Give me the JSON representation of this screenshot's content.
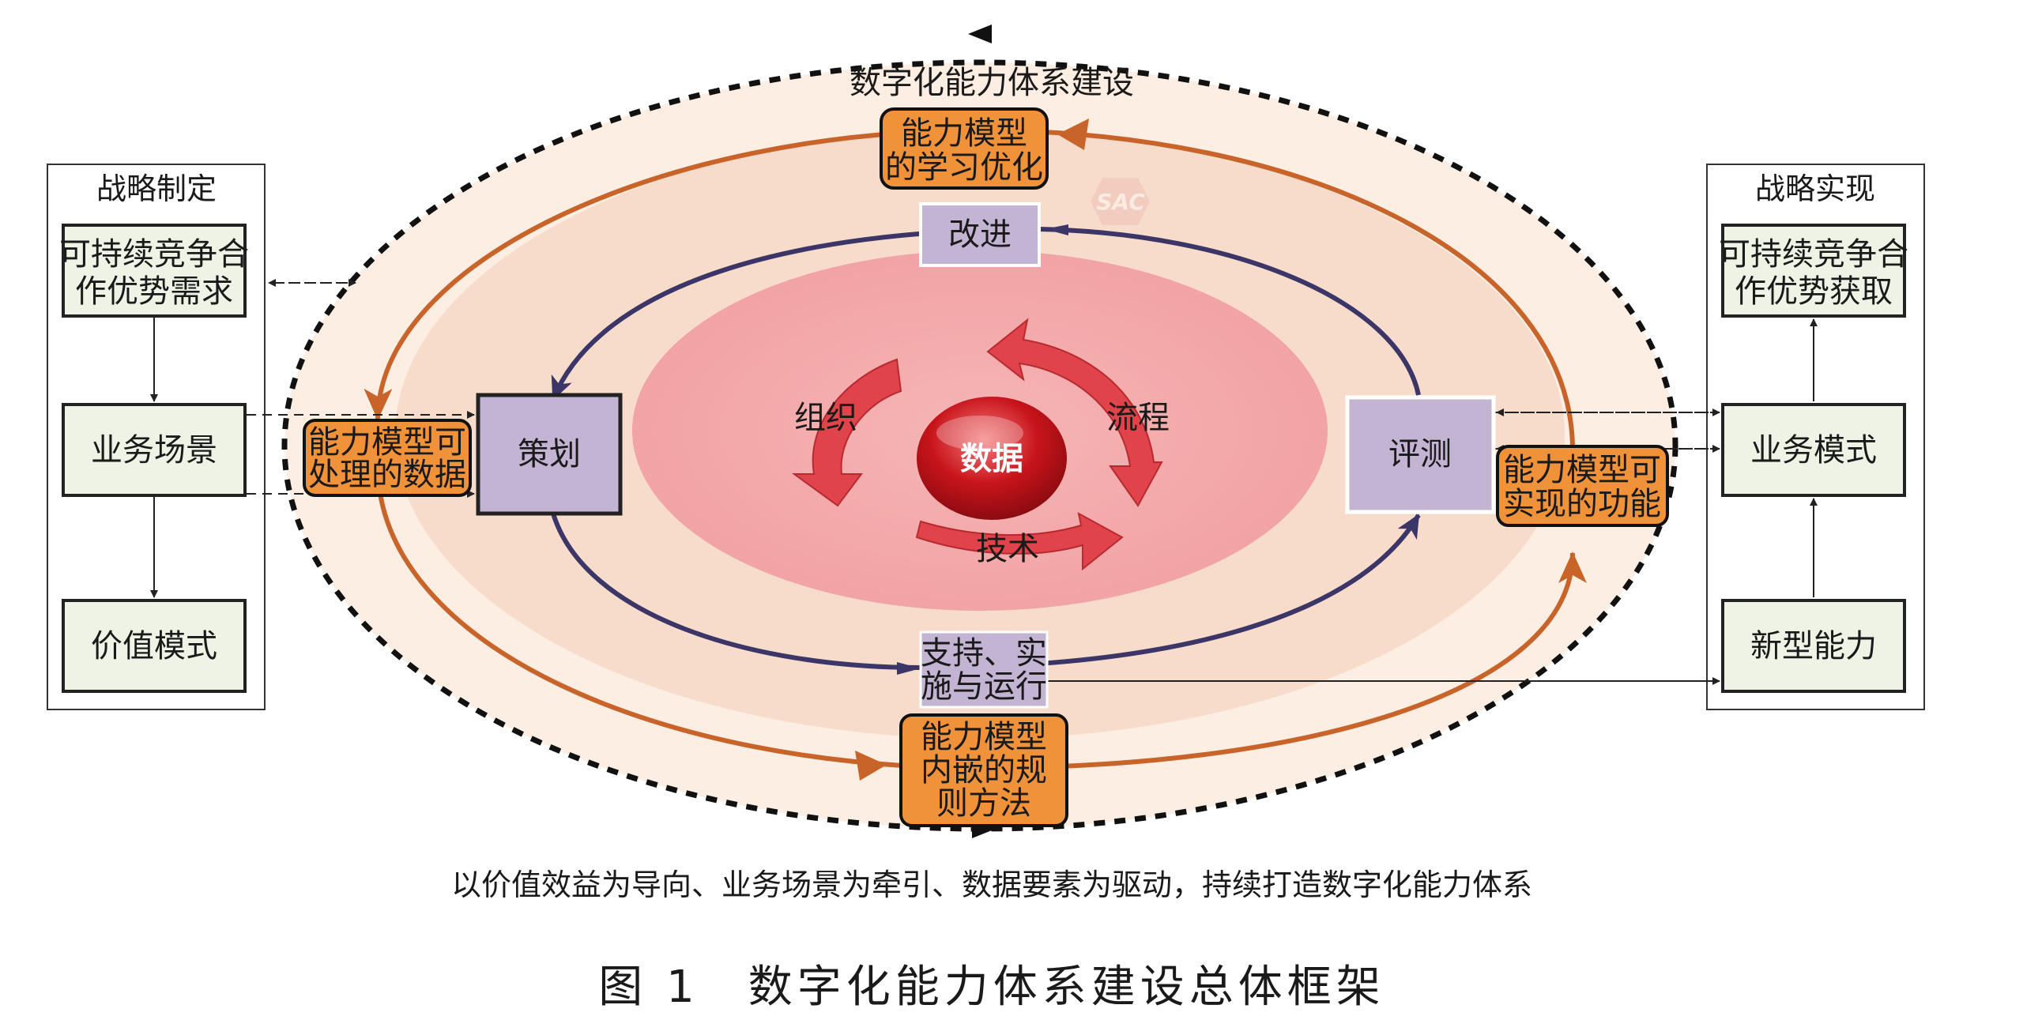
{
  "title_ring": "数字化能力体系建设",
  "left_panel": {
    "title": "战略制定",
    "box1": [
      "可持续竞争合",
      "作优势需求"
    ],
    "box2": "业务场景",
    "box3": "价值模式"
  },
  "right_panel": {
    "title": "战略实现",
    "box1": [
      "可持续竞争合",
      "作优势获取"
    ],
    "box2": "业务模式",
    "box3": "新型能力"
  },
  "orange_boxes": {
    "top": [
      "能力模型",
      "的学习优化"
    ],
    "left": [
      "能力模型可",
      "处理的数据"
    ],
    "right": [
      "能力模型可",
      "实现的功能"
    ],
    "bottom": [
      "能力模型",
      "内嵌的规",
      "则方法"
    ]
  },
  "purple_boxes": {
    "improve": "改进",
    "plan": "策划",
    "evaluate": "评测",
    "support": [
      "支持、实",
      "施与运行"
    ]
  },
  "core": {
    "center": "数据",
    "organization": "组织",
    "process": "流程",
    "technology": "技术"
  },
  "watermark": "SAC",
  "subtitle": "以价值效益为导向、业务场景为牵引、数据要素为驱动，持续打造数字化能力体系",
  "caption": "图 1　数字化能力体系建设总体框架",
  "colors": {
    "outer_fill": "#fdeee3",
    "middle_fill": "#f8dccb",
    "inner_fill": "#f3a9aa",
    "orange_box": "#f0923a",
    "orange_arrow": "#c8642a",
    "purple_box": "#c3b4d3",
    "purple_arrow": "#3c3567",
    "panel_box": "#eef3e6",
    "center_red": "#c8141b"
  }
}
